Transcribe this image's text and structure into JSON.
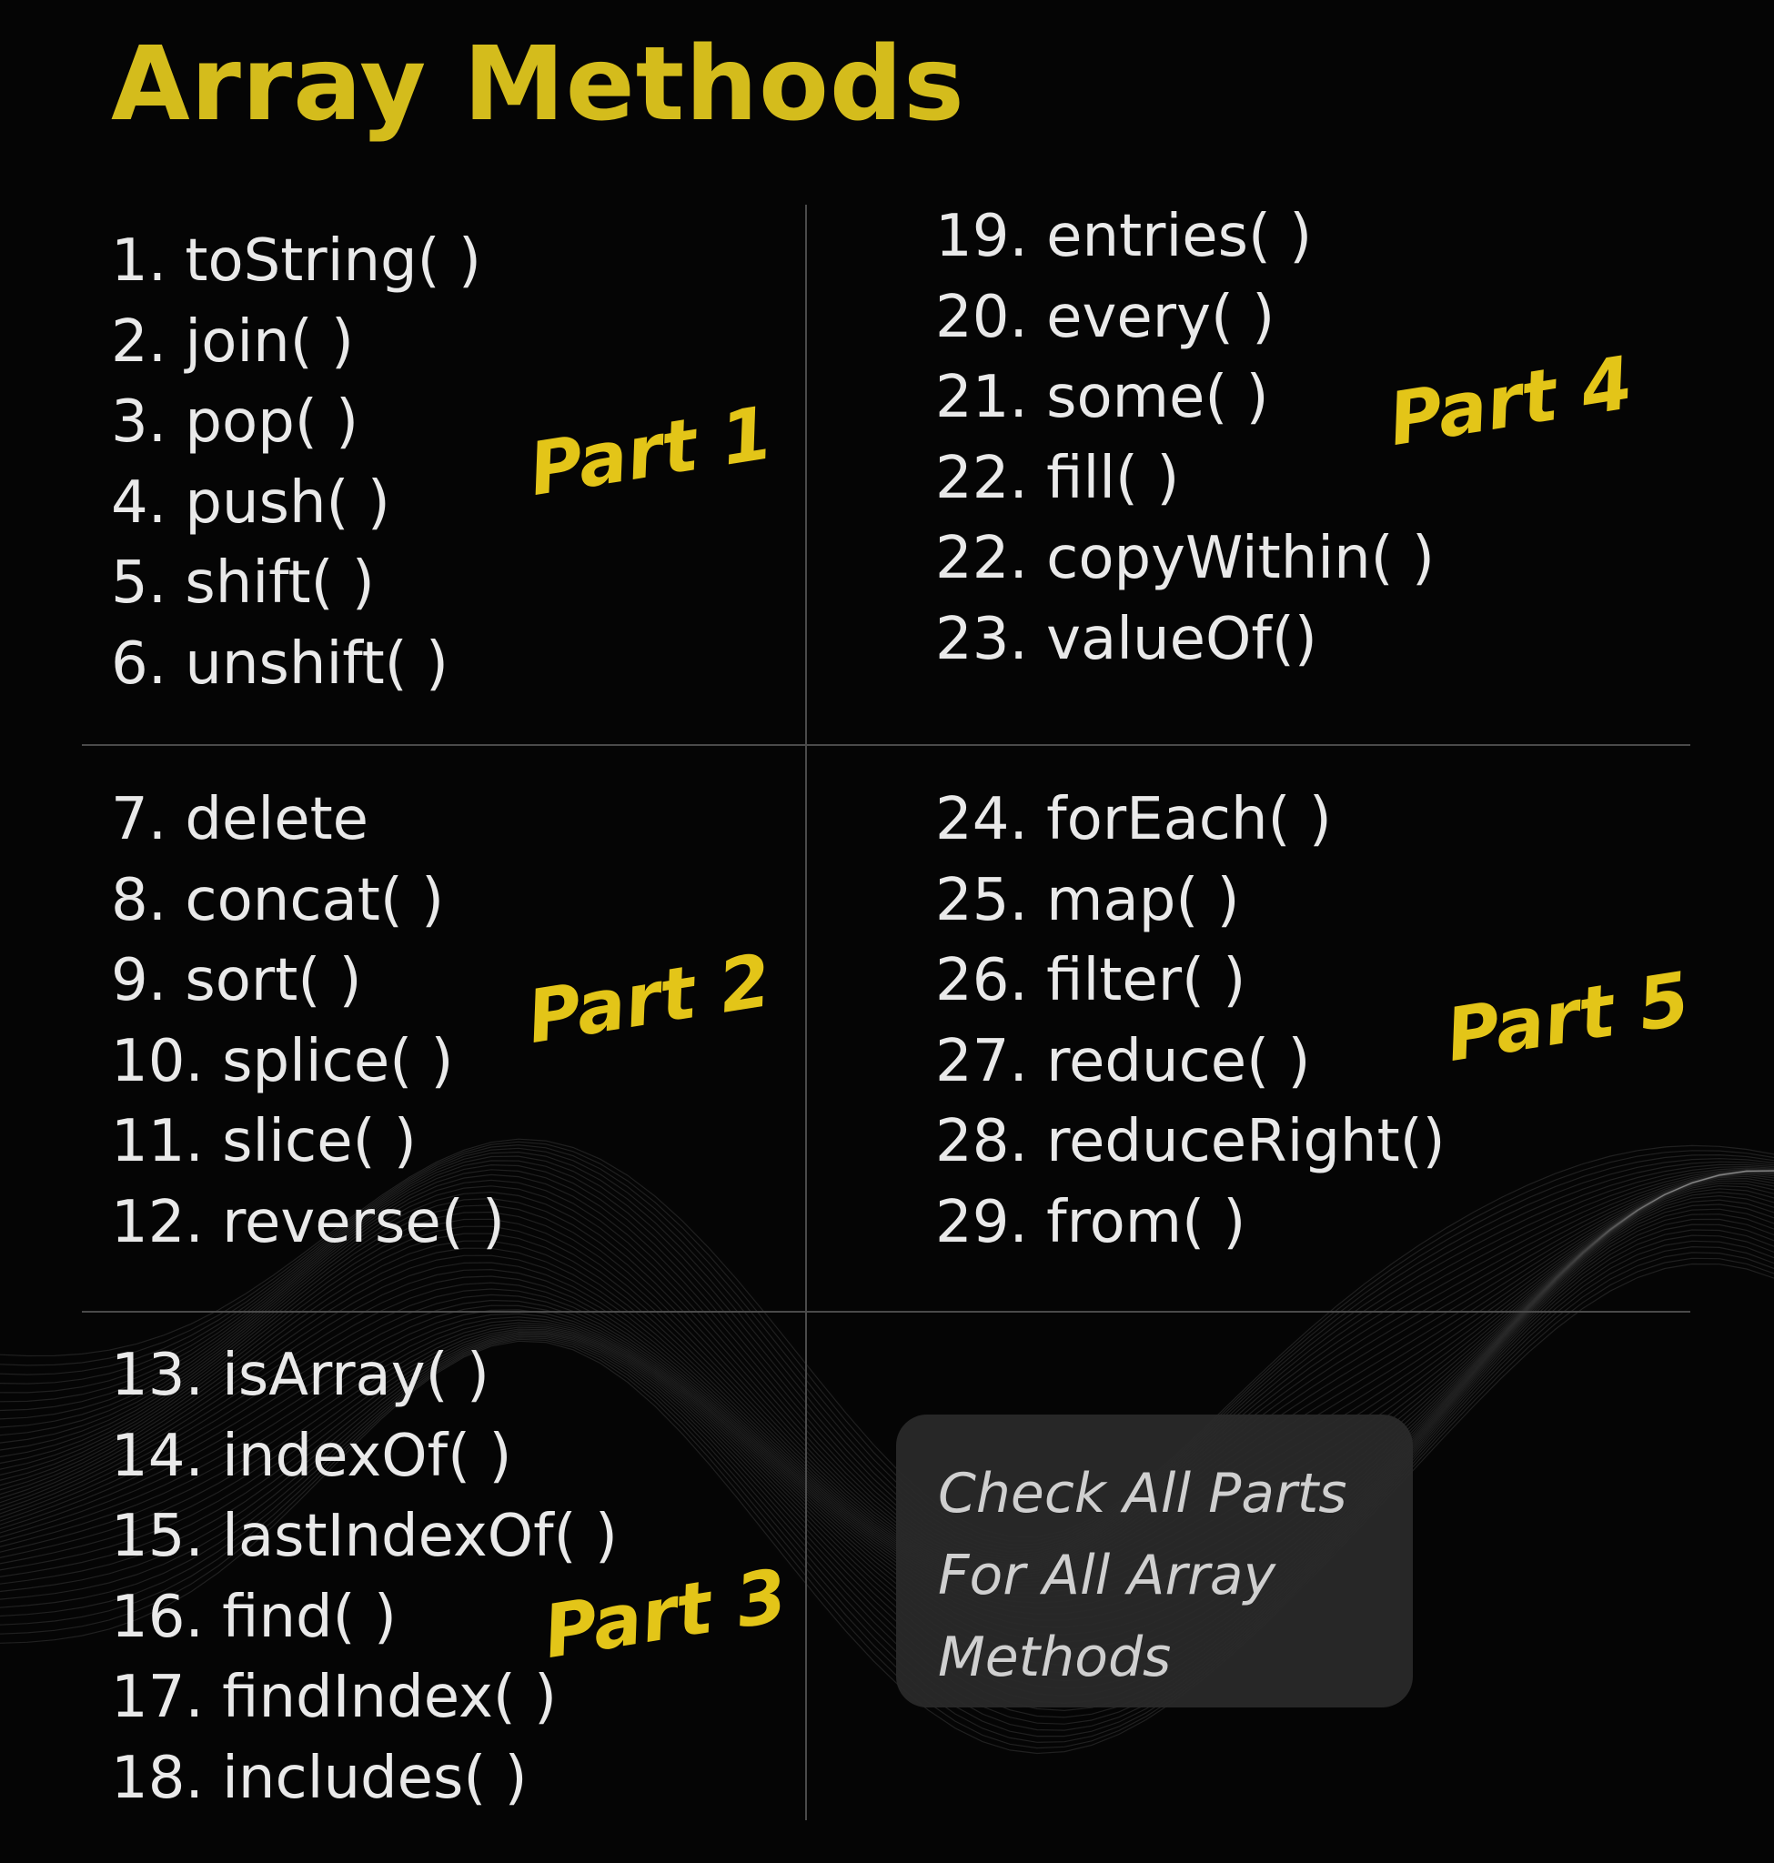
{
  "title": "Array Methods",
  "accent_color": "#d4bc1c",
  "parts": [
    {
      "label": "Part 1",
      "items": [
        "1. toString( )",
        "2. join( )",
        "3. pop( )",
        "4. push( )",
        "5. shift( )",
        "6. unshift( )"
      ]
    },
    {
      "label": "Part 2",
      "items": [
        "7. delete",
        "8. concat( )",
        "9. sort( )",
        "10. splice( )",
        "11. slice( )",
        "12. reverse( )"
      ]
    },
    {
      "label": "Part 3",
      "items": [
        "13. isArray( )",
        "14. indexOf( )",
        "15. lastIndexOf( )",
        "16. find( )",
        "17. findIndex( )",
        "18. includes( )"
      ]
    },
    {
      "label": "Part 4",
      "items": [
        "19. entries( )",
        "20. every( )",
        "21. some( )",
        "22. fill( )",
        "22. copyWithin( )",
        "23. valueOf()"
      ]
    },
    {
      "label": "Part 5",
      "items": [
        "24. forEach( )",
        "25. map( )",
        "26. filter( )",
        "27. reduce( )",
        "28. reduceRight()",
        "29. from( )"
      ]
    }
  ],
  "callout": {
    "lines": [
      "Check All Parts",
      "For All Array",
      "Methods"
    ]
  }
}
